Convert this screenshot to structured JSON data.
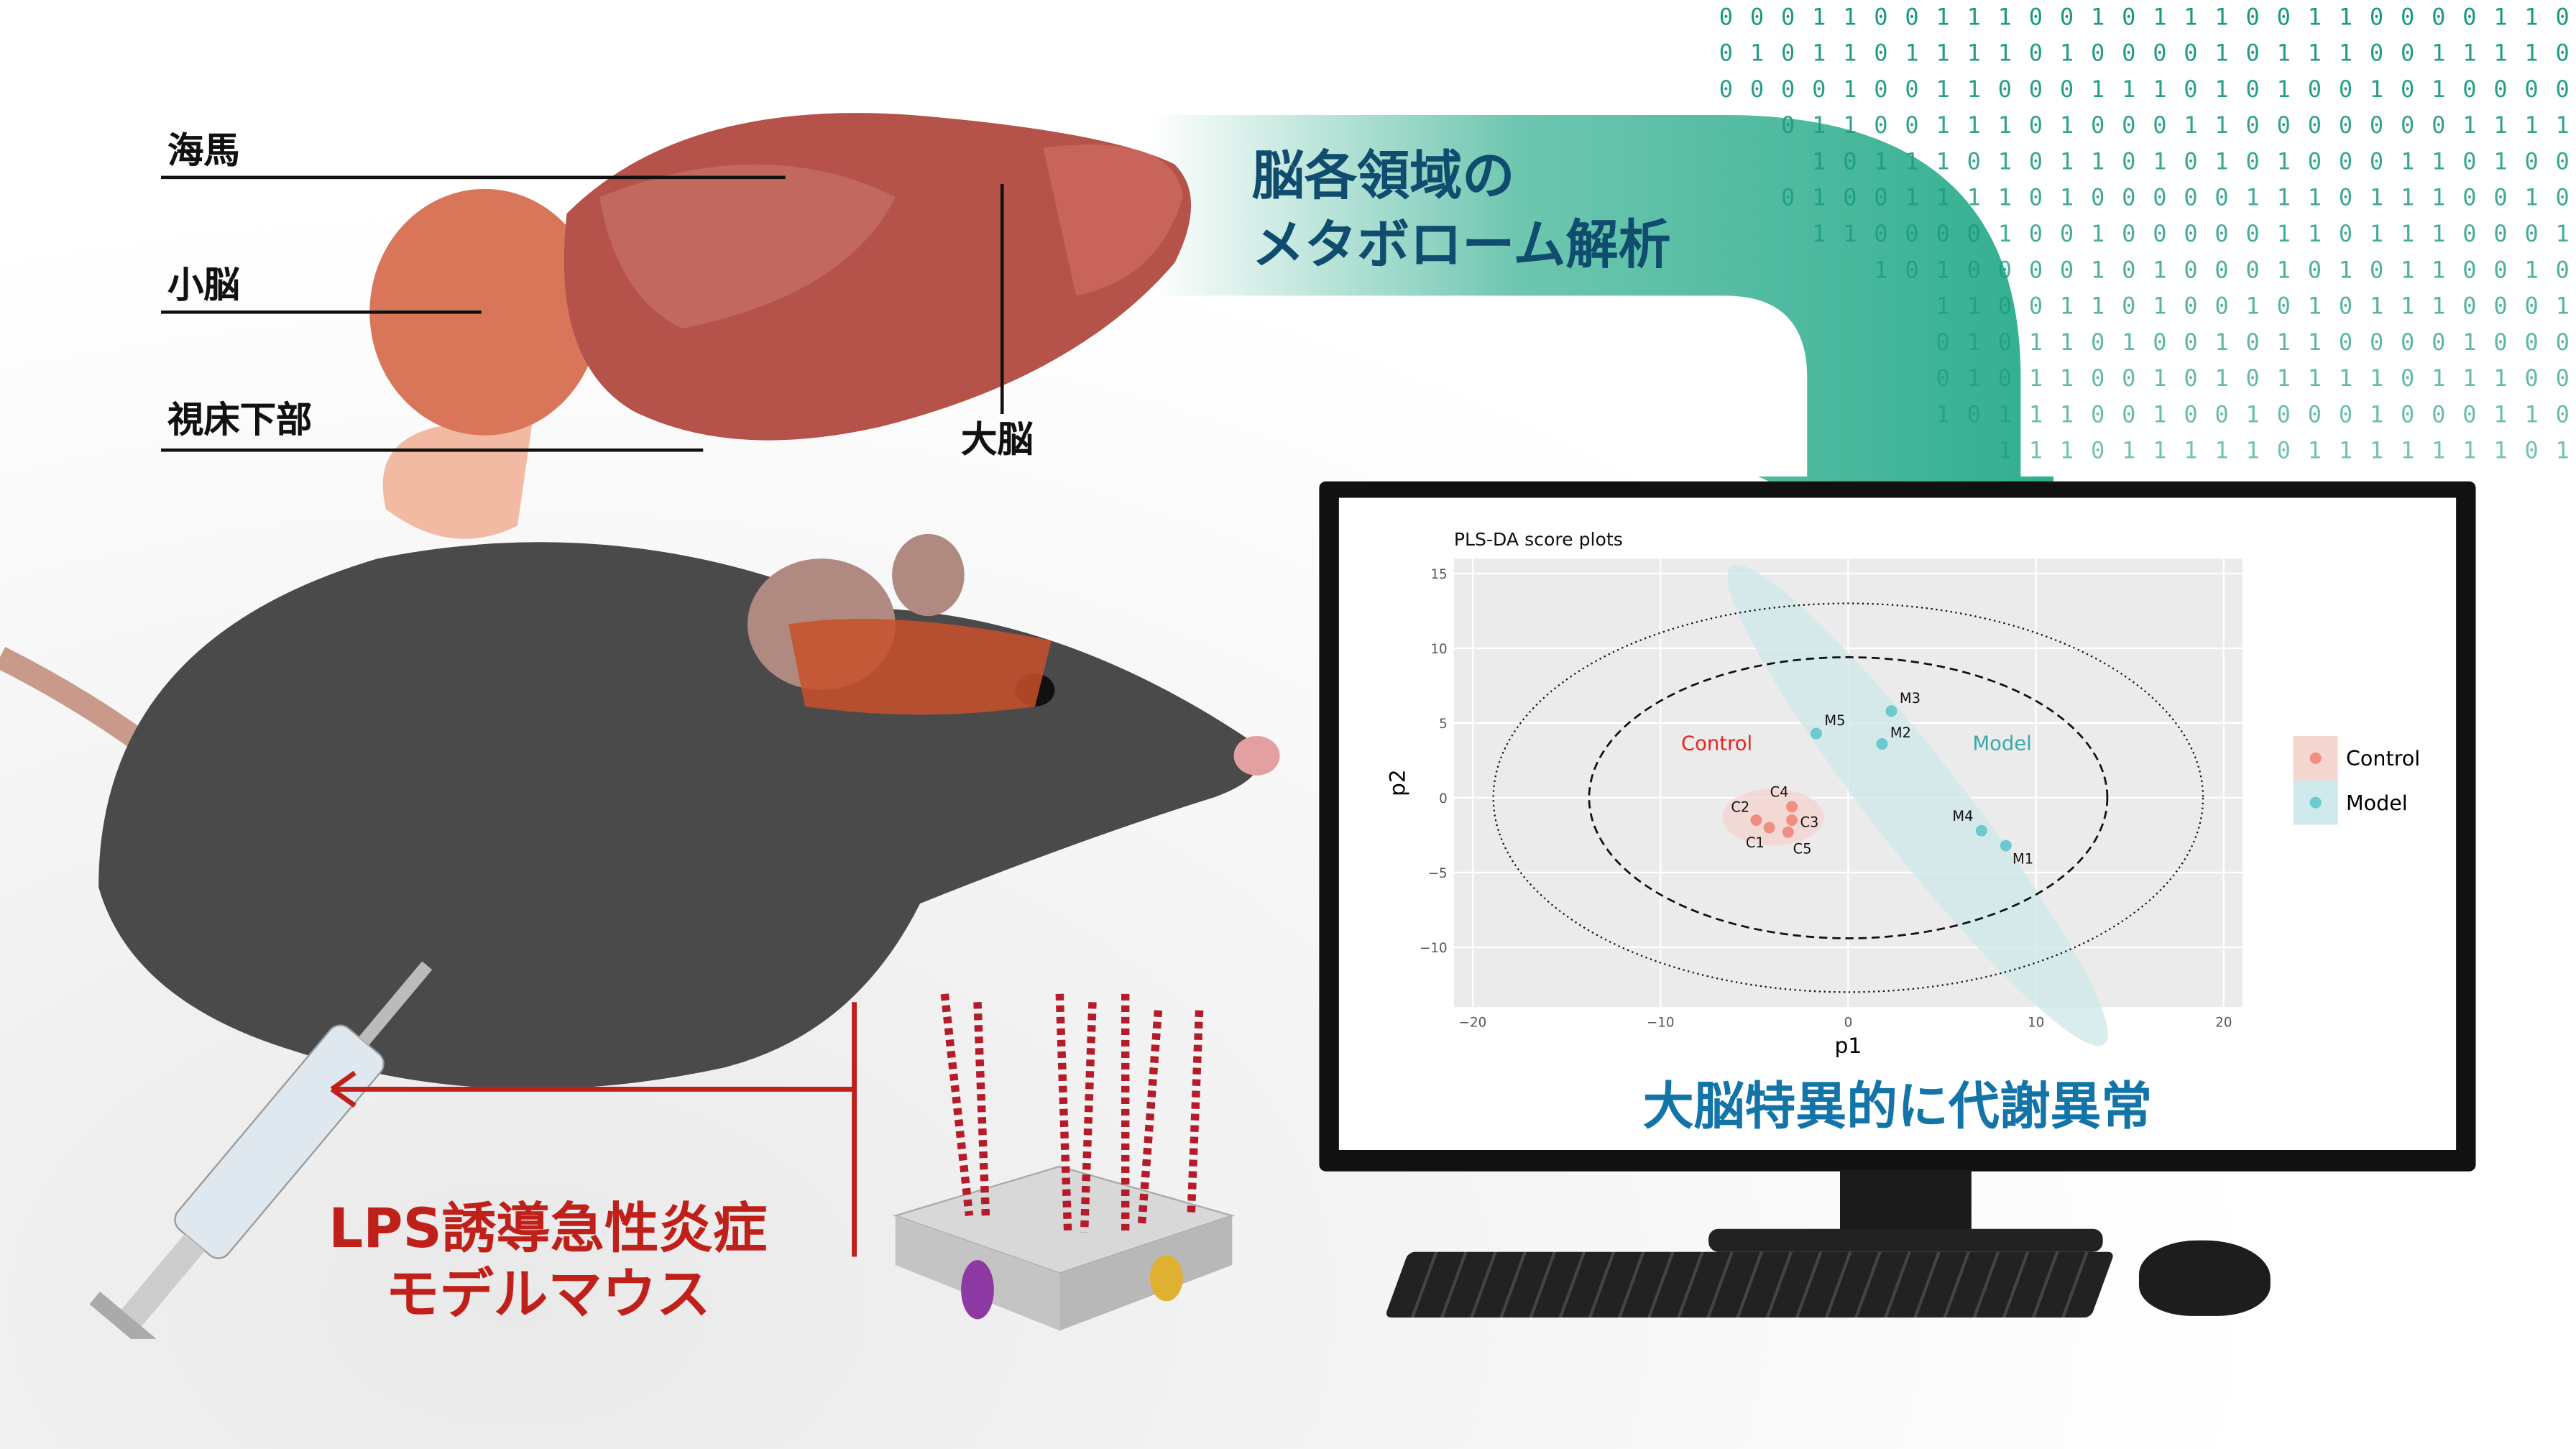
{
  "brain_labels": {
    "hippocampus": "海馬",
    "cerebellum": "小脳",
    "hypothalamus": "視床下部",
    "cerebrum": "大脳"
  },
  "headline": {
    "line1": "脳各領域の",
    "line2": "メタボローム解析"
  },
  "result_caption": "大脳特異的に代謝異常",
  "model_label": {
    "line1": "LPS誘導急性炎症",
    "line2": "モデルマウス"
  },
  "binary_rows": [
    "0 0 0 1 1 0 0 1 1 1 0 0 1 0 1 1 1 0 0 1 1 0 0 0 0 1 1 0",
    "0 1 0 1 1 0 1 1 1 1 0 1 0 0 0 0 1 0 1 1 1 0 0 1 1 1 1 0",
    "0 0 0 0 1 0 0 1 1 0 0 0 1 1 1 0 1 0 1 0 0 1 0 1 0 0 0 0",
    "0 1 1 0 0 1 1 1 0 1 0 0 0 1 1 0 0 0 0 0 0 0 1 1 1 1",
    "1 0 1 1 1 0 1 0 1 1 0 1 0 1 0 1 0 0 0 1 1 0 1 0 0",
    "0 1 0 0 1 1 1 1 0 1 0 0 0 0 0 1 1 1 0 1 1 1 0 0 1 0",
    "1 1 0 0 0 0 1 0 0 1 0 0 0 0 0 1 1 0 1 1 1 0 0 0 1",
    "1 0 1 0 0 0 0 1 0 1 0 0 0 1 0 1 0 1 1 0 0 1 0",
    "1 1 0 0 1 1 0 1 0 0 1 0 1 0 1 1 1 0 0 0 1",
    "0 1 0 1 1 0 1 0 0 1 0 1 1 0 0 0 0 1 0 0 0",
    "0 1 0 1 1 0 0 1 0 1 0 1 1 1 1 0 1 1 1 0 0",
    "1 0 1 1 1 0 0 1 0 0 1 0 0 0 1 0 0 0 1 1 0",
    "1 1 1 0 1 1 1 1 1 0 1 1 1 1 1 1 1 0 1"
  ],
  "chart_data": {
    "type": "scatter",
    "title": "PLS-DA score plots",
    "xlabel": "p1",
    "ylabel": "p2",
    "xlim": [
      -21,
      21
    ],
    "ylim": [
      -14,
      16
    ],
    "xticks": [
      -20,
      -10,
      0,
      10,
      20
    ],
    "yticks": [
      -10,
      -5,
      0,
      5,
      10,
      15
    ],
    "grid": true,
    "legend": {
      "position": "right",
      "entries": [
        "Control",
        "Model"
      ]
    },
    "group_labels": [
      {
        "text": "Control",
        "x": -7.0,
        "y": 3.2,
        "color": "#e8231f"
      },
      {
        "text": "Model",
        "x": 8.2,
        "y": 3.2,
        "color": "#3aa8a8"
      }
    ],
    "series": [
      {
        "name": "Control",
        "color": "#f08e82",
        "fill": "#f5d5cf",
        "points": [
          {
            "label": "C1",
            "x": -4.2,
            "y": -2.0
          },
          {
            "label": "C2",
            "x": -4.9,
            "y": -1.5
          },
          {
            "label": "C3",
            "x": -3.0,
            "y": -1.5
          },
          {
            "label": "C4",
            "x": -3.0,
            "y": -0.6
          },
          {
            "label": "C5",
            "x": -3.2,
            "y": -2.3
          }
        ]
      },
      {
        "name": "Model",
        "color": "#6cc9cf",
        "fill": "#cfe8ea",
        "points": [
          {
            "label": "M1",
            "x": 8.4,
            "y": -3.2
          },
          {
            "label": "M2",
            "x": 1.8,
            "y": 3.6
          },
          {
            "label": "M3",
            "x": 2.3,
            "y": 5.8
          },
          {
            "label": "M4",
            "x": 7.1,
            "y": -2.2
          },
          {
            "label": "M5",
            "x": -1.7,
            "y": 4.3
          }
        ]
      }
    ],
    "confidence_ellipses": [
      {
        "style": "dashed",
        "rx": 13.8,
        "ry": 9.4
      },
      {
        "style": "dotted",
        "rx": 18.9,
        "ry": 13.0
      }
    ]
  },
  "colors": {
    "teal": "#2fae8e",
    "title_blue": "#0f4c6e",
    "caption_blue": "#1374a8",
    "red": "#c0201a",
    "brain": "#b5524a"
  }
}
